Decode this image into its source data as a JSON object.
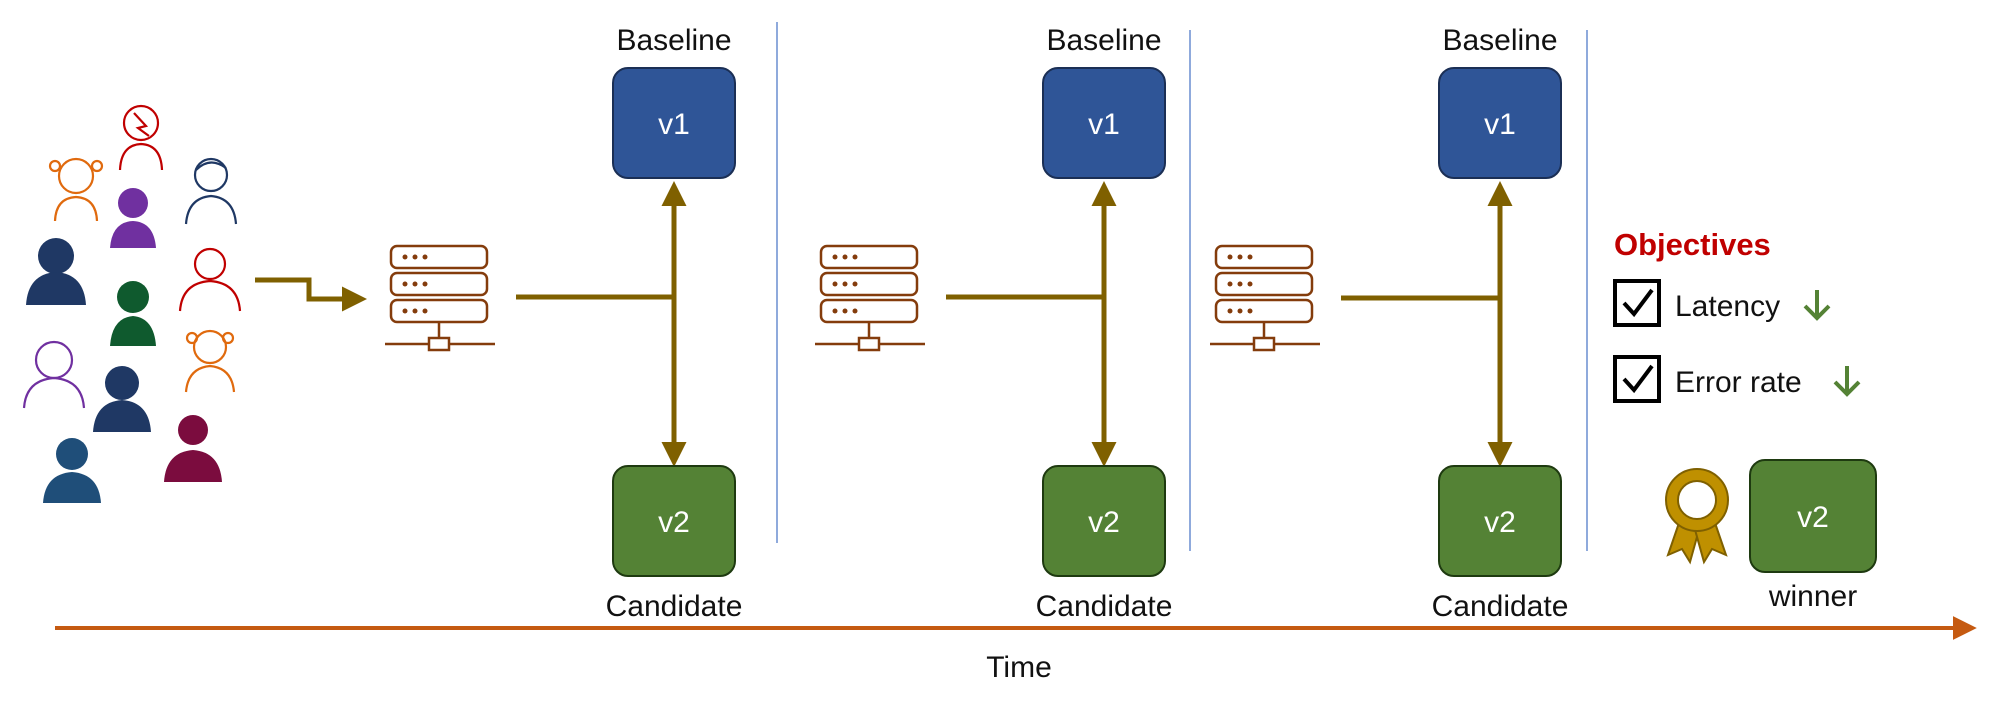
{
  "stages": [
    {
      "baseline_label": "Baseline",
      "baseline_version": "v1",
      "candidate_label": "Candidate",
      "candidate_version": "v2"
    },
    {
      "baseline_label": "Baseline",
      "baseline_version": "v1",
      "candidate_label": "Candidate",
      "candidate_version": "v2"
    },
    {
      "baseline_label": "Baseline",
      "baseline_version": "v1",
      "candidate_label": "Candidate",
      "candidate_version": "v2"
    }
  ],
  "objectives": {
    "title": "Objectives",
    "items": [
      {
        "label": "Latency",
        "checked": true,
        "trend_icon": "arrow-down-icon"
      },
      {
        "label": "Error rate",
        "checked": true,
        "trend_icon": "arrow-down-icon"
      }
    ]
  },
  "result": {
    "version": "v2",
    "label": "winner",
    "icon": "award-ribbon-icon"
  },
  "timeline": {
    "label": "Time"
  },
  "colors": {
    "baseline": "#2f5597",
    "candidate": "#548235",
    "traffic_arrow": "#7f6000",
    "server": "#843c0c",
    "divider": "#8faadc",
    "timeline": "#c55a11",
    "objectives_title": "#c00000",
    "trend_arrow": "#548235",
    "award": "#bf9000"
  }
}
